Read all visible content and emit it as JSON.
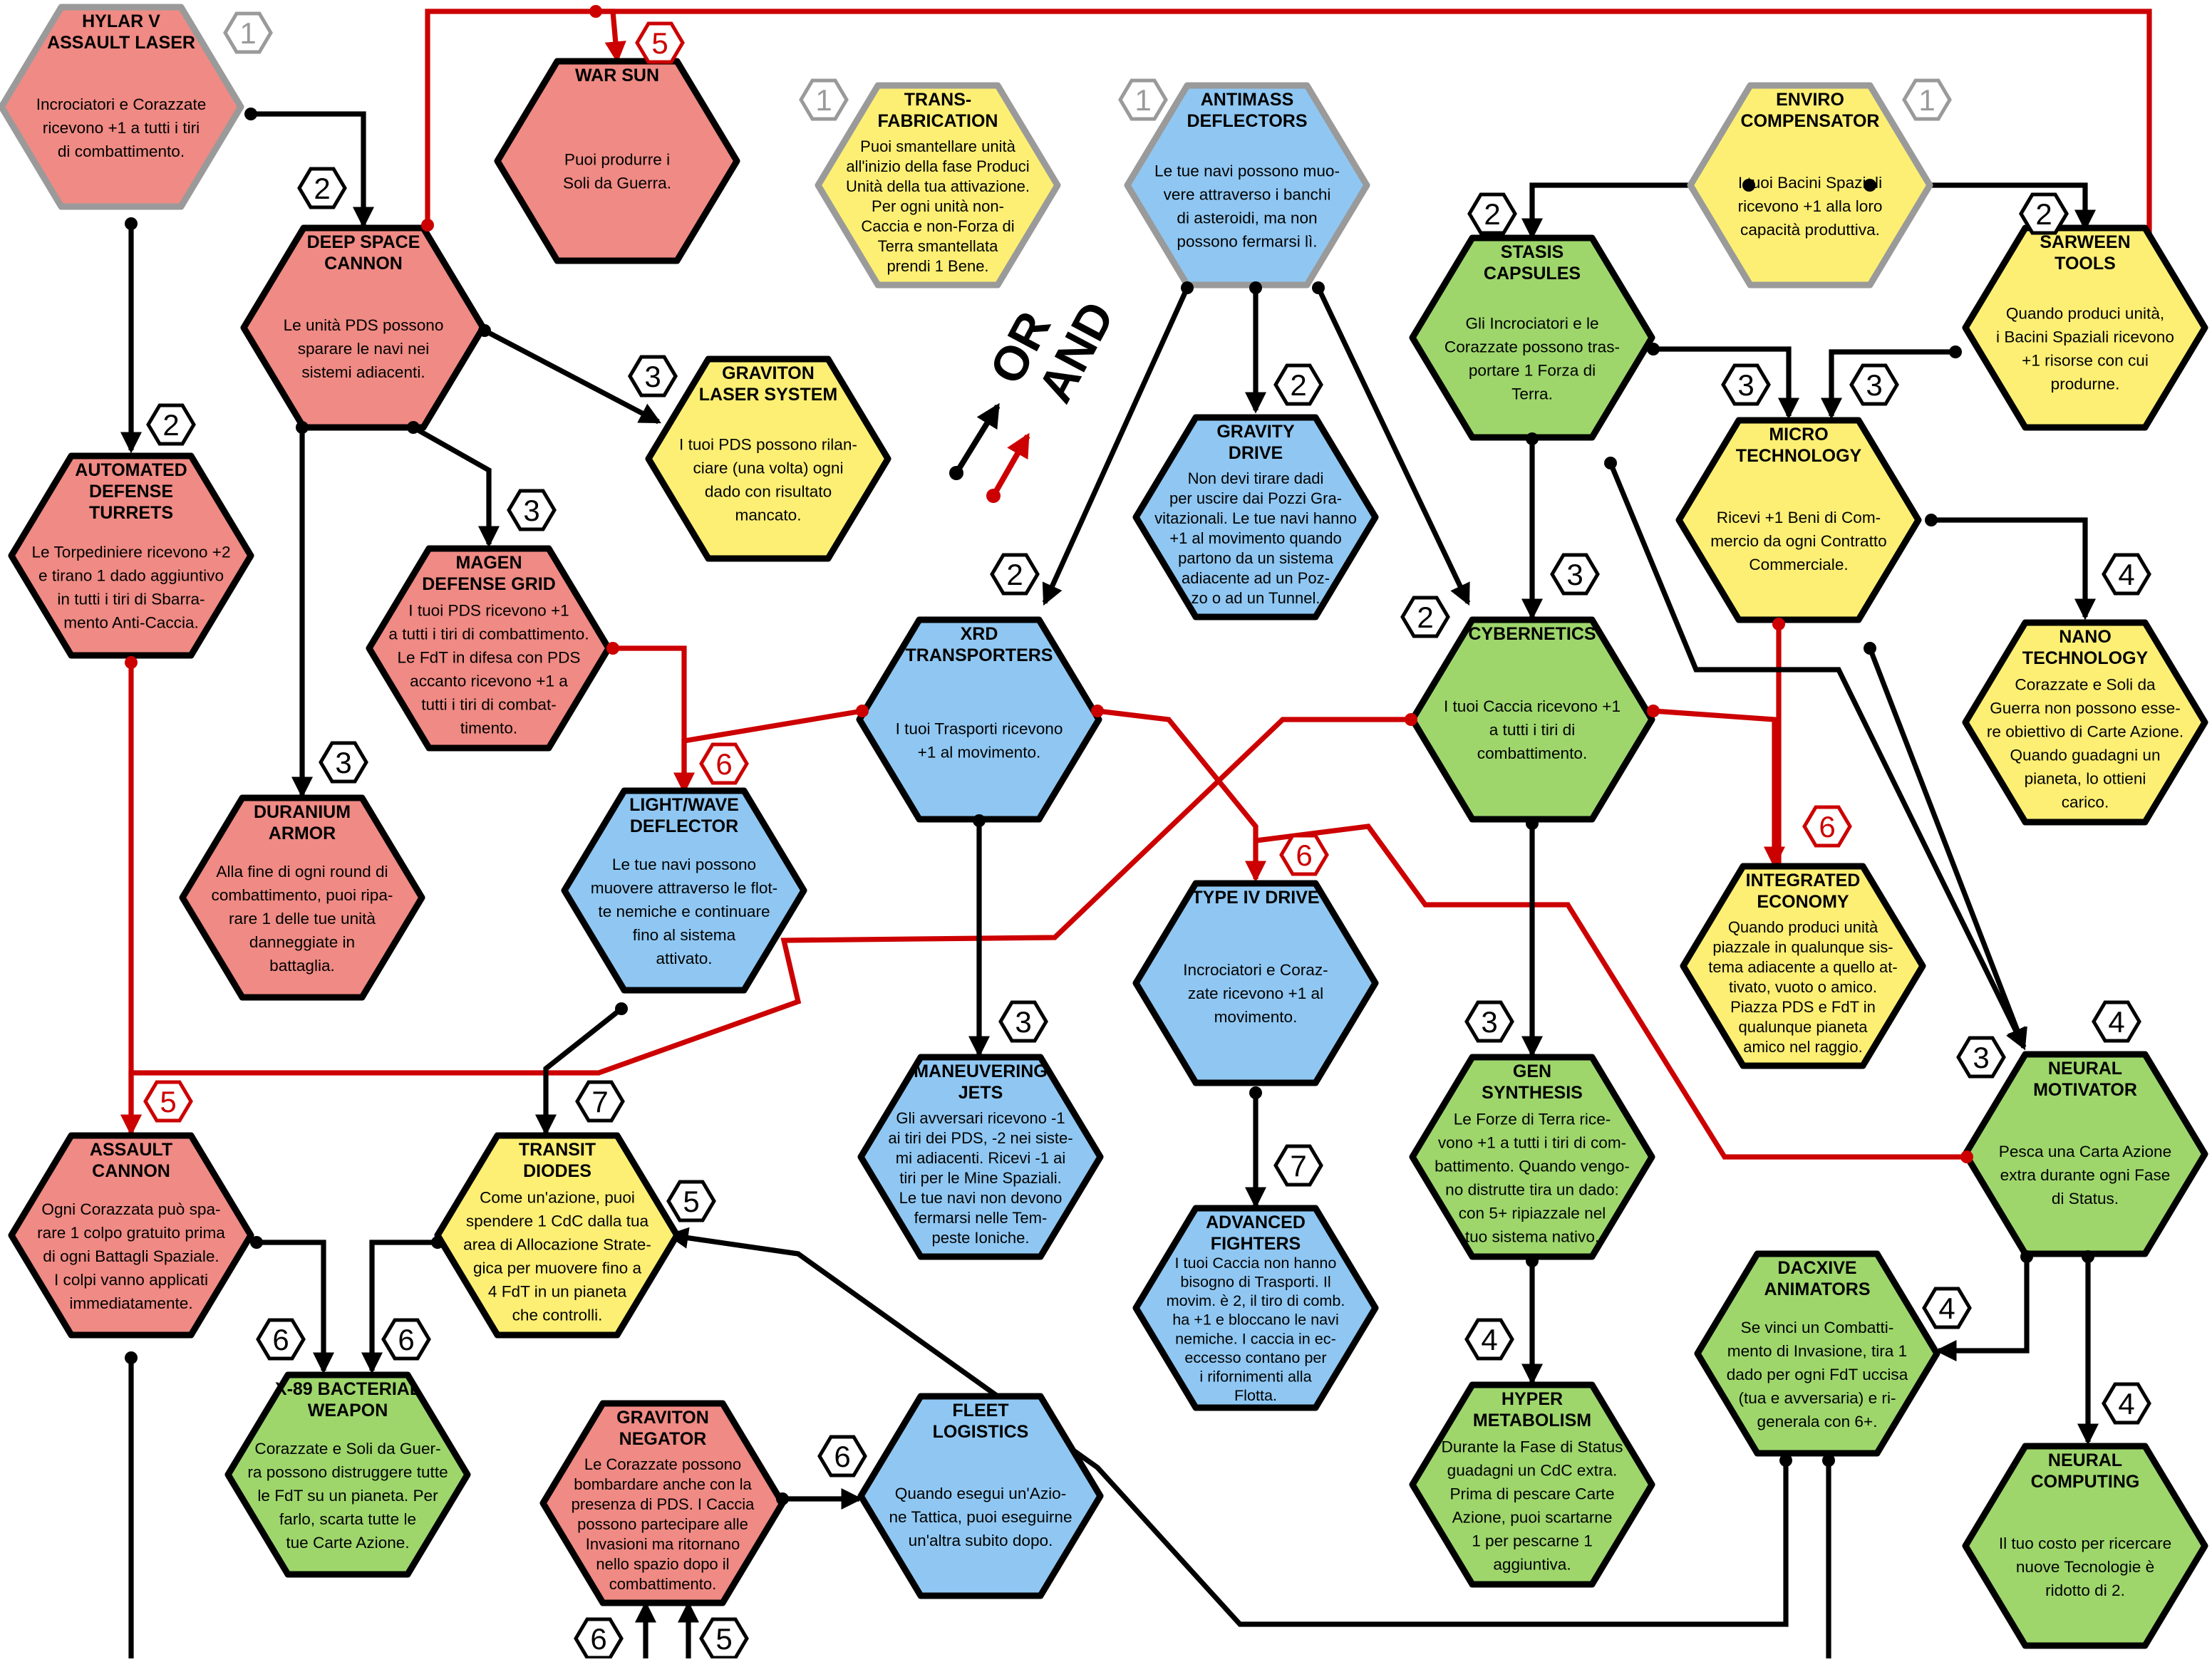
{
  "colors": {
    "red": "#ef8a84",
    "blue": "#8fc7f2",
    "green": "#9ed66c",
    "yellow": "#fdef74",
    "border": "#000000",
    "border_start": "#9a9a9a",
    "link_black": "#000000",
    "link_red": "#cc0000"
  },
  "legend": {
    "or_label": "OR",
    "and_label": "AND"
  },
  "techs": {
    "hylar": {
      "color": "red",
      "start": true,
      "badge": "1",
      "name": [
        "HYLAR V",
        "ASSAULT LASER"
      ],
      "desc": [
        "Incrociatori e Corazzate",
        "ricevono +1 a tutti i tiri",
        "di combattimento."
      ]
    },
    "war_sun": {
      "color": "red",
      "badge": "5",
      "badge_red": true,
      "name": [
        "WAR SUN"
      ],
      "desc": [
        "Puoi produrre i",
        "Soli da Guerra."
      ]
    },
    "deep_space": {
      "color": "red",
      "badge": "2",
      "name": [
        "DEEP SPACE",
        "CANNON"
      ],
      "desc": [
        "Le unità PDS possono",
        "sparare le navi nei",
        "sistemi adiacenti."
      ]
    },
    "automated": {
      "color": "red",
      "badge": "2",
      "name": [
        "AUTOMATED",
        "DEFENSE",
        "TURRETS"
      ],
      "desc": [
        "Le Torpediniere ricevono +2",
        "e tirano 1 dado aggiuntivo",
        "in tutti i tiri di Sbarra-",
        "mento Anti-Caccia."
      ]
    },
    "magen": {
      "color": "red",
      "badge": "3",
      "name": [
        "MAGEN",
        "DEFENSE GRID"
      ],
      "desc": [
        "I tuoi PDS ricevono +1",
        "a tutti i tiri di combattimento.",
        "Le FdT in difesa con PDS",
        "accanto ricevono +1 a",
        "tutti i tiri di combat-",
        "timento."
      ]
    },
    "duranium": {
      "color": "red",
      "badge": "3",
      "name": [
        "DURANIUM",
        "ARMOR"
      ],
      "desc": [
        "Alla fine di ogni round di",
        "combattimento, puoi ripa-",
        "rare 1 delle tue unità",
        "danneggiate in",
        "battaglia."
      ]
    },
    "assault_cannon": {
      "color": "red",
      "badge": "5",
      "badge_red": true,
      "name": [
        "ASSAULT",
        "CANNON"
      ],
      "desc": [
        "Ogni Corazzata può spa-",
        "rare 1 colpo gratuito prima",
        "di ogni Battagli Spaziale.",
        "I colpi vanno applicati",
        "immediatamente."
      ]
    },
    "graviton_negator": {
      "color": "red",
      "name": [
        "GRAVITON",
        "NEGATOR"
      ],
      "desc": [
        "Le Corazzate possono",
        "bombardare anche con la",
        "presenza di PDS. I Caccia",
        "possono partecipare alle",
        "Invasioni ma ritornano",
        "nello spazio dopo il",
        "combattimento."
      ]
    },
    "trans": {
      "color": "yellow",
      "start": true,
      "badge": "1",
      "name": [
        "TRANS-",
        "FABRICATION"
      ],
      "desc": [
        "Puoi smantellare unità",
        "all'inizio della fase Produci",
        "Unità della tua attivazione.",
        "Per ogni unità non-",
        "Caccia e non-Forza di",
        "Terra smantellata",
        "prendi 1 Bene."
      ]
    },
    "graviton_laser": {
      "color": "yellow",
      "badge": "3",
      "name": [
        "GRAVITON",
        "LASER SYSTEM"
      ],
      "desc": [
        "I tuoi PDS possono rilan-",
        "ciare (una volta) ogni",
        "dado con risultato",
        "mancato."
      ]
    },
    "transit": {
      "color": "yellow",
      "badge": "7",
      "name": [
        "TRANSIT",
        "DIODES"
      ],
      "desc": [
        "Come un'azione, puoi",
        "spendere 1 CdC dalla tua",
        "area di Allocazione Strate-",
        "gica per muovere fino a",
        "4 FdT in un pianeta",
        "che controlli."
      ]
    },
    "enviro": {
      "color": "yellow",
      "start": true,
      "badge": "1",
      "name": [
        "ENVIRO",
        "COMPENSATOR"
      ],
      "desc": [
        "I tuoi Bacini Spaziali",
        "ricevono +1 alla loro",
        "capacità produttiva."
      ]
    },
    "sarween": {
      "color": "yellow",
      "badge": "2",
      "name": [
        "SARWEEN",
        "TOOLS"
      ],
      "desc": [
        "Quando produci unità,",
        "i Bacini Spaziali ricevono",
        "+1 risorse con cui",
        "produrne."
      ]
    },
    "micro": {
      "color": "yellow",
      "name": [
        "MICRO",
        "TECHNOLOGY"
      ],
      "desc": [
        "Ricevi +1 Beni di Com-",
        "mercio da ogni Contratto",
        "Commerciale."
      ]
    },
    "nano": {
      "color": "yellow",
      "badge": "4",
      "name": [
        "NANO",
        "TECHNOLOGY"
      ],
      "desc": [
        "Corazzate e Soli da",
        "Guerra non possono esse-",
        "re obiettivo di Carte Azione.",
        "Quando guadagni un",
        "pianeta, lo ottieni",
        "carico."
      ]
    },
    "integrated": {
      "color": "yellow",
      "badge": "6",
      "badge_red": true,
      "name": [
        "INTEGRATED",
        "ECONOMY"
      ],
      "desc": [
        "Quando produci unità",
        "piazzale in qualunque sis-",
        "tema adiacente a quello at-",
        "tivato, vuoto o amico.",
        "Piazza PDS e FdT in",
        "qualunque pianeta",
        "amico nel raggio."
      ]
    },
    "antimass": {
      "color": "blue",
      "start": true,
      "badge": "1",
      "name": [
        "ANTIMASS",
        "DEFLECTORS"
      ],
      "desc": [
        "Le tue navi possono muo-",
        "vere attraverso i banchi",
        "di asteroidi, ma non",
        "possono fermarsi lì."
      ]
    },
    "gravity": {
      "color": "blue",
      "badge": "2",
      "name": [
        "GRAVITY",
        "DRIVE"
      ],
      "desc": [
        "Non devi tirare dadi",
        "per uscire dai Pozzi Gra-",
        "vitazionali. Le tue navi hanno",
        "+1 al movimento quando",
        "partono da un sistema",
        "adiacente ad un Poz-",
        "zo o ad un Tunnel."
      ]
    },
    "xrd": {
      "color": "blue",
      "badge": "2",
      "name": [
        "XRD",
        "TRANSPORTERS"
      ],
      "desc": [
        "I tuoi Trasporti ricevono",
        "+1 al movimento."
      ]
    },
    "light": {
      "color": "blue",
      "badge": "6",
      "badge_red": true,
      "name": [
        "LIGHT/WAVE",
        "DEFLECTOR"
      ],
      "desc": [
        "Le tue navi possono",
        "muovere attraverso le flot-",
        "te nemiche e continuare",
        "fino al sistema",
        "attivato."
      ]
    },
    "type4": {
      "color": "blue",
      "badge": "6",
      "badge_red": true,
      "name": [
        "TYPE IV DRIVE"
      ],
      "desc": [
        "Incrociatori e Coraz-",
        "zate ricevono +1 al",
        "movimento."
      ]
    },
    "maneuvering": {
      "color": "blue",
      "badge": "3",
      "name": [
        "MANEUVERING",
        "JETS"
      ],
      "desc": [
        "Gli avversari ricevono -1",
        "ai tiri dei PDS, -2 nei siste-",
        "mi adiacenti. Ricevi -1 ai",
        "tiri per le Mine Spaziali.",
        "Le tue navi non devono",
        "fermarsi nelle Tem-",
        "peste Ioniche."
      ]
    },
    "advanced": {
      "color": "blue",
      "badge": "7",
      "name": [
        "ADVANCED",
        "FIGHTERS"
      ],
      "desc": [
        "I tuoi Caccia non hanno",
        "bisogno di Trasporti. Il",
        "movim. è 2, il tiro di comb.",
        "ha +1 e bloccano le navi",
        "nemiche. I caccia in ec-",
        "eccesso contano per",
        "i rifornimenti alla",
        "Flotta."
      ]
    },
    "fleet": {
      "color": "blue",
      "badge": "6",
      "name": [
        "FLEET",
        "LOGISTICS"
      ],
      "desc": [
        "Quando esegui un'Azio-",
        "ne Tattica, puoi eseguirne",
        "un'altra subito dopo."
      ]
    },
    "stasis": {
      "color": "green",
      "badge": "2",
      "name": [
        "STASIS",
        "CAPSULES"
      ],
      "desc": [
        "Gli Incrociatori e le",
        "Corazzate possono tras-",
        "portare 1 Forza di",
        "Terra."
      ]
    },
    "cybernetics": {
      "color": "green",
      "badge": "3",
      "name": [
        "CYBERNETICS"
      ],
      "desc": [
        "I tuoi Caccia ricevono +1",
        "a tutti i tiri di",
        "combattimento."
      ]
    },
    "gen": {
      "color": "green",
      "badge": "3",
      "name": [
        "GEN",
        "SYNTHESIS"
      ],
      "desc": [
        "Le Forze di Terra rice-",
        "vono +1 a tutti i tiri di com-",
        "battimento. Quando vengo-",
        "no distrutte tira un dado:",
        "con 5+ ripiazzale nel",
        "tuo sistema nativo."
      ]
    },
    "hyper": {
      "color": "green",
      "badge": "4",
      "name": [
        "HYPER",
        "METABOLISM"
      ],
      "desc": [
        "Durante la Fase di Status",
        "guadagni un CdC extra.",
        "Prima di pescare Carte",
        "Azione, puoi scartarne",
        "1 per pescarne 1",
        "aggiuntiva."
      ]
    },
    "neural_motivator": {
      "color": "green",
      "badge": "4",
      "name": [
        "NEURAL",
        "MOTIVATOR"
      ],
      "desc": [
        "Pesca una Carta Azione",
        "extra durante ogni Fase",
        "di Status."
      ]
    },
    "dacxive": {
      "color": "green",
      "badge": "4",
      "name": [
        "DACXIVE",
        "ANIMATORS"
      ],
      "desc": [
        "Se vinci un Combatti-",
        "mento di Invasione, tira 1",
        "dado per ogni FdT uccisa",
        "(tua e avversaria) e ri-",
        "generala con 6+."
      ]
    },
    "neural_computing": {
      "color": "green",
      "badge": "4",
      "name": [
        "NEURAL",
        "COMPUTING"
      ],
      "desc": [
        "Il tuo costo per ricercare",
        "nuove Tecnologie è",
        "ridotto di 2."
      ]
    },
    "x89": {
      "color": "green",
      "badge": "6",
      "name": [
        "X-89 BACTERIAL",
        "WEAPON"
      ],
      "desc": [
        "Corazzate e Soli da Guer-",
        "ra possono distruggere tutte",
        "le FdT su un pianeta. Per",
        "farlo, scarta tutte le",
        "tue Carte Azione."
      ]
    }
  },
  "extra_badges": [
    {
      "id": "deep_space_graviton",
      "value": "3"
    },
    {
      "id": "cyber_second",
      "value": "2"
    },
    {
      "id": "micro_a",
      "value": "3"
    },
    {
      "id": "micro_b",
      "value": "3"
    },
    {
      "id": "neural_motivator_b",
      "value": "3"
    },
    {
      "id": "stasis_b",
      "value": "2"
    },
    {
      "id": "x89_b",
      "value": "6"
    },
    {
      "id": "transit_b",
      "value": "5"
    },
    {
      "id": "neg_a",
      "value": "6"
    },
    {
      "id": "neg_b",
      "value": "5"
    }
  ]
}
